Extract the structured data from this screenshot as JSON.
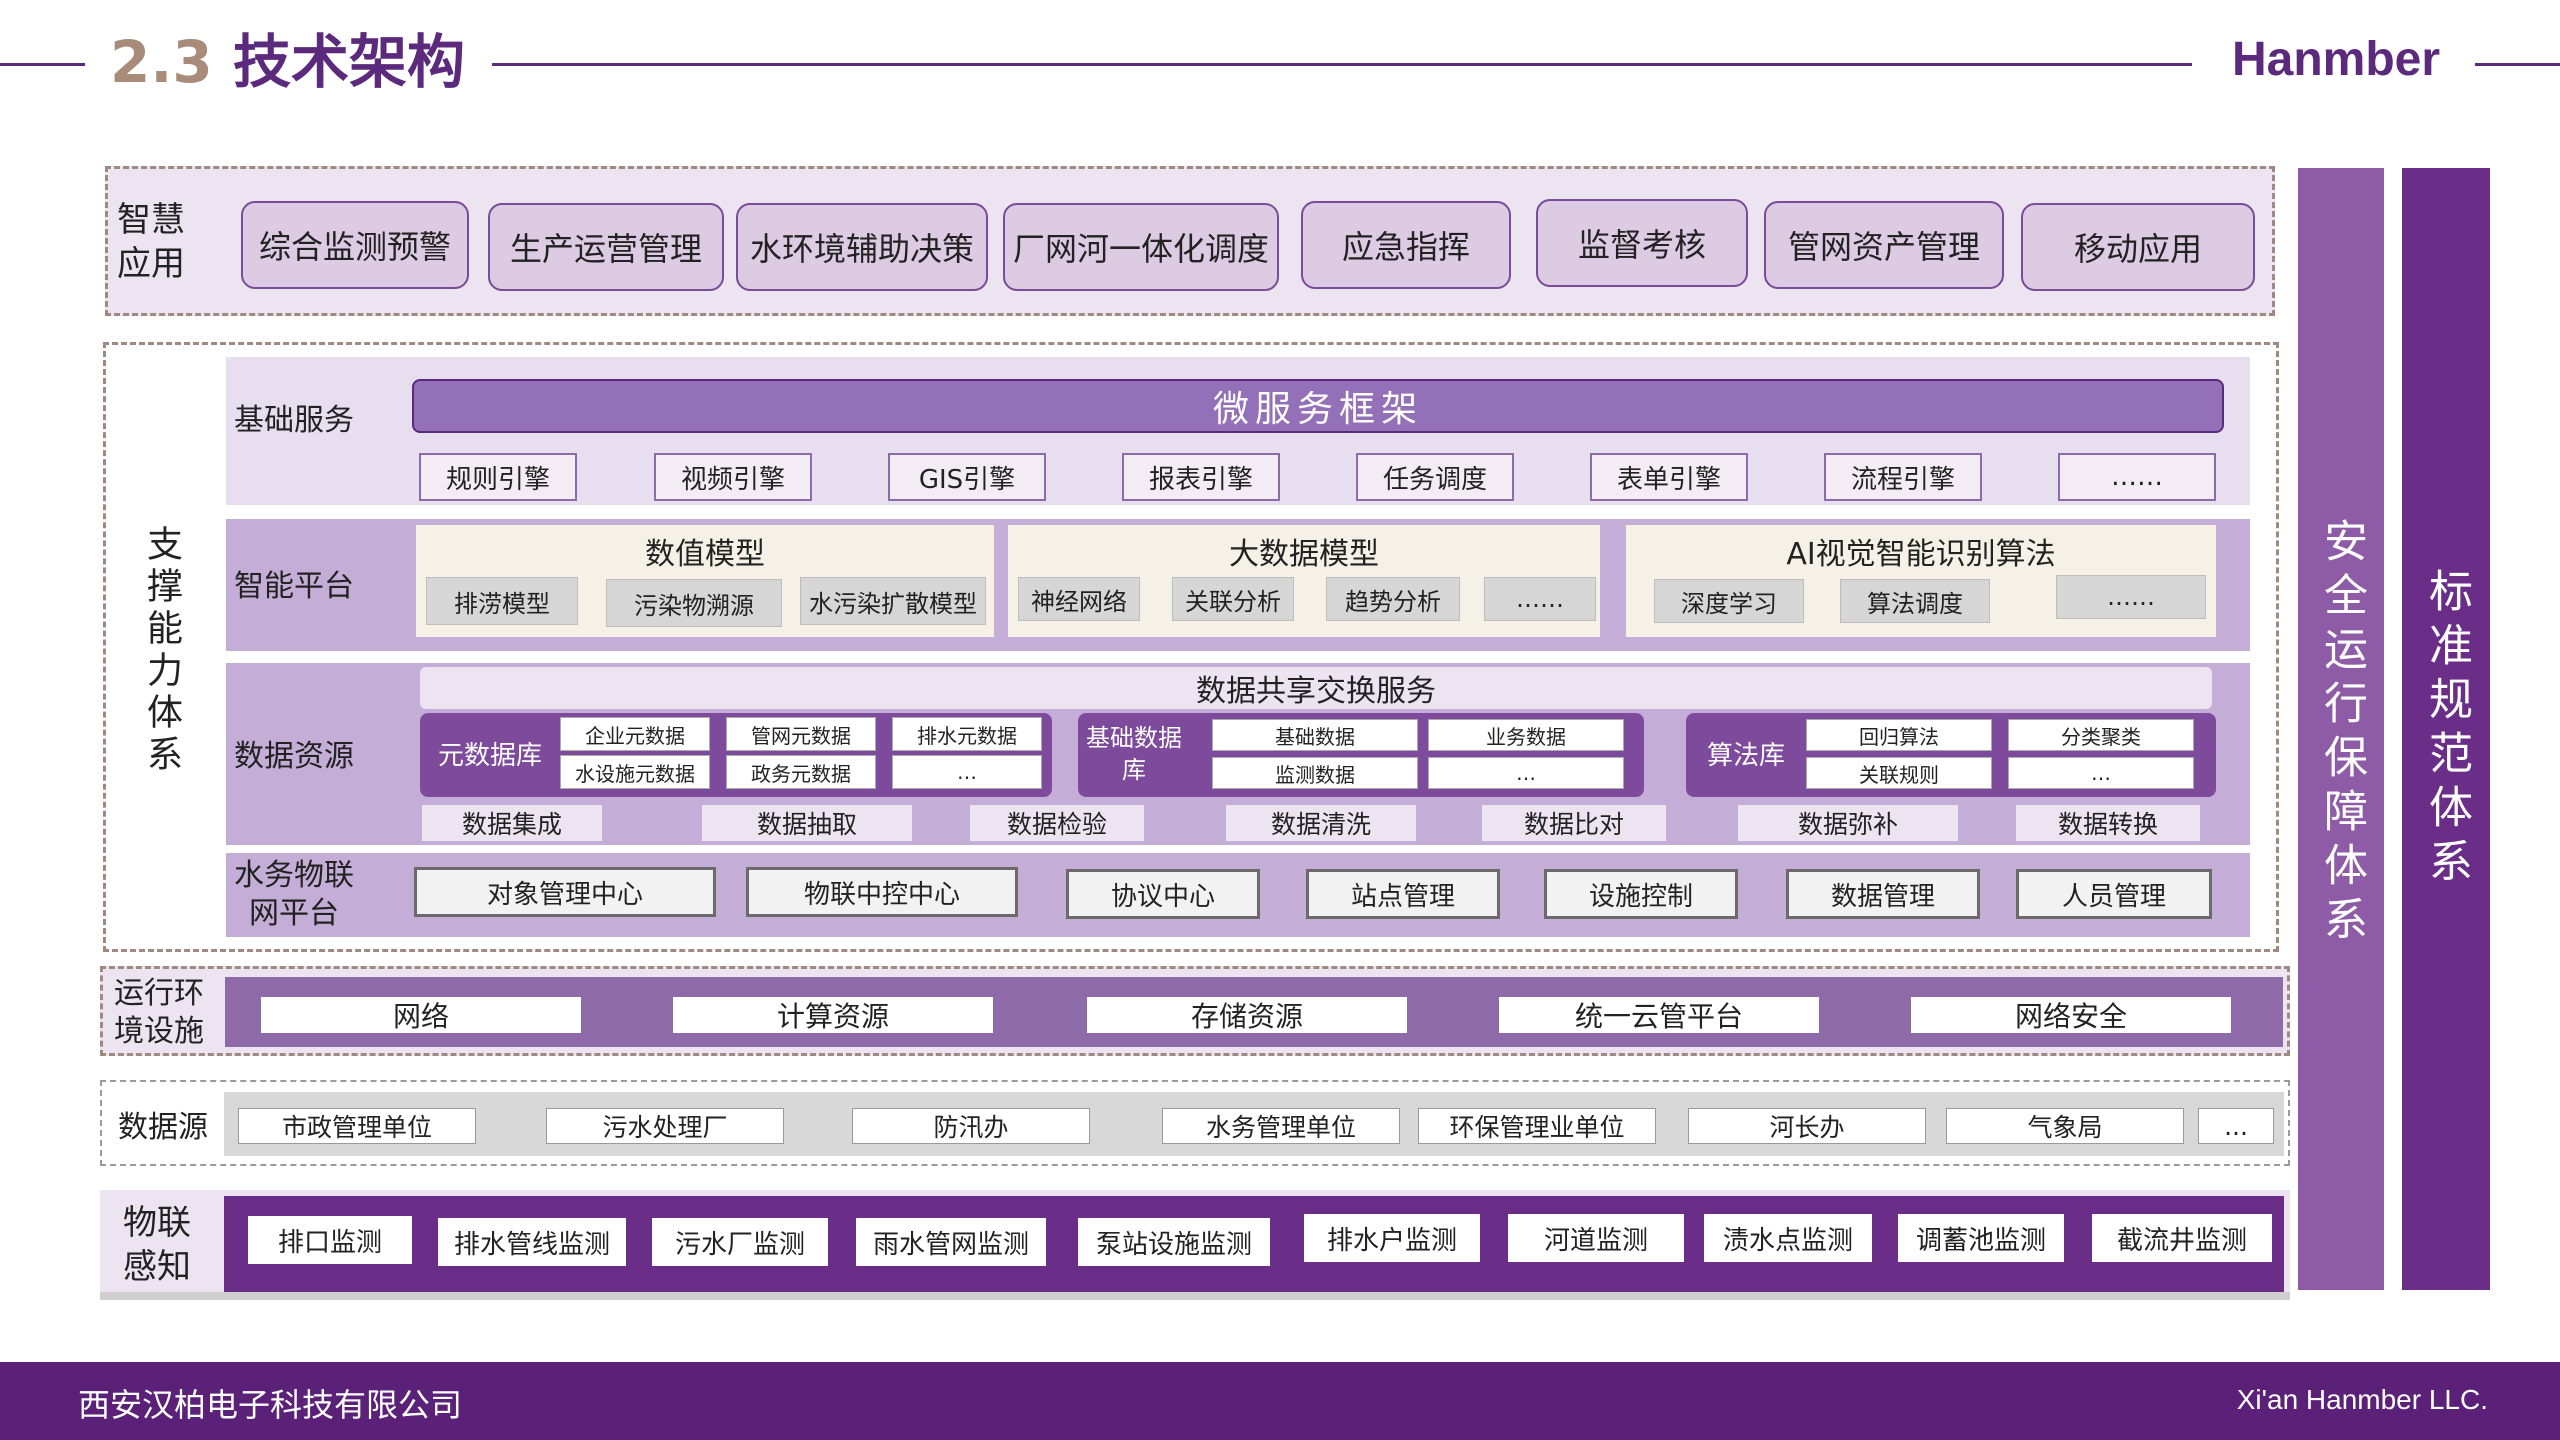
{
  "header": {
    "section_num": "2.3",
    "title": "技术架构",
    "brand": "Hanmber"
  },
  "footer": {
    "company_cn": "西安汉柏电子科技有限公司",
    "company_en": "Xi'an Hanmber LLC."
  },
  "colors": {
    "primary": "#5b2a7c",
    "mid": "#8e6aa8",
    "light": "#dccbe3",
    "pale": "#ece4f0"
  },
  "apps": {
    "label": "智慧应用",
    "items": [
      "综合监测预警",
      "生产运营管理",
      "水环境辅助决策",
      "厂网河一体化调度",
      "应急指挥",
      "监督考核",
      "管网资产管理",
      "移动应用"
    ]
  },
  "support": {
    "label": "支撑能力体系",
    "basic": {
      "label": "基础服务",
      "framework": "微服务框架",
      "items": [
        "规则引擎",
        "视频引擎",
        "GIS引擎",
        "报表引擎",
        "任务调度",
        "表单引擎",
        "流程引擎",
        "……"
      ]
    },
    "ai": {
      "label": "智能平台",
      "numeric": {
        "title": "数值模型",
        "items": [
          "排涝模型",
          "污染物溯源",
          "水污染扩散模型"
        ]
      },
      "bigdata": {
        "title": "大数据模型",
        "items": [
          "神经网络",
          "关联分析",
          "趋势分析",
          "……"
        ]
      },
      "vision": {
        "title": "AI视觉智能识别算法",
        "items": [
          "深度学习",
          "算法调度",
          "……"
        ]
      }
    },
    "data": {
      "label": "数据资源",
      "exchange": "数据共享交换服务",
      "meta": {
        "label": "元数据库",
        "items": [
          "企业元数据",
          "管网元数据",
          "排水元数据",
          "水设施元数据",
          "政务元数据",
          "…"
        ]
      },
      "base": {
        "label": "基础数据库",
        "items": [
          "基础数据",
          "业务数据",
          "监测数据",
          "…"
        ]
      },
      "algo": {
        "label": "算法库",
        "items": [
          "回归算法",
          "分类聚类",
          "关联规则",
          "…"
        ]
      },
      "ops": [
        "数据集成",
        "数据抽取",
        "数据检验",
        "数据清洗",
        "数据比对",
        "数据弥补",
        "数据转换"
      ]
    },
    "iot": {
      "label": "水务物联网平台",
      "items": [
        "对象管理中心",
        "物联中控中心",
        "协议中心",
        "站点管理",
        "设施控制",
        "数据管理",
        "人员管理"
      ]
    }
  },
  "infra": {
    "label": "运行环境设施",
    "items": [
      "网络",
      "计算资源",
      "存储资源",
      "统一云管平台",
      "网络安全"
    ]
  },
  "sources": {
    "label": "数据源",
    "items": [
      "市政管理单位",
      "污水处理厂",
      "防汛办",
      "水务管理单位",
      "环保管理业单位",
      "河长办",
      "气象局",
      "..."
    ]
  },
  "sensing": {
    "label": "物联感知",
    "items": [
      "排口监测",
      "排水管线监测",
      "污水厂监测",
      "雨水管网监测",
      "泵站设施监测",
      "排水户监测",
      "河道监测",
      "渍水点监测",
      "调蓄池监测",
      "截流井监测"
    ]
  },
  "side": {
    "security": "安全运行保障体系",
    "standard": "标准规范体系"
  }
}
